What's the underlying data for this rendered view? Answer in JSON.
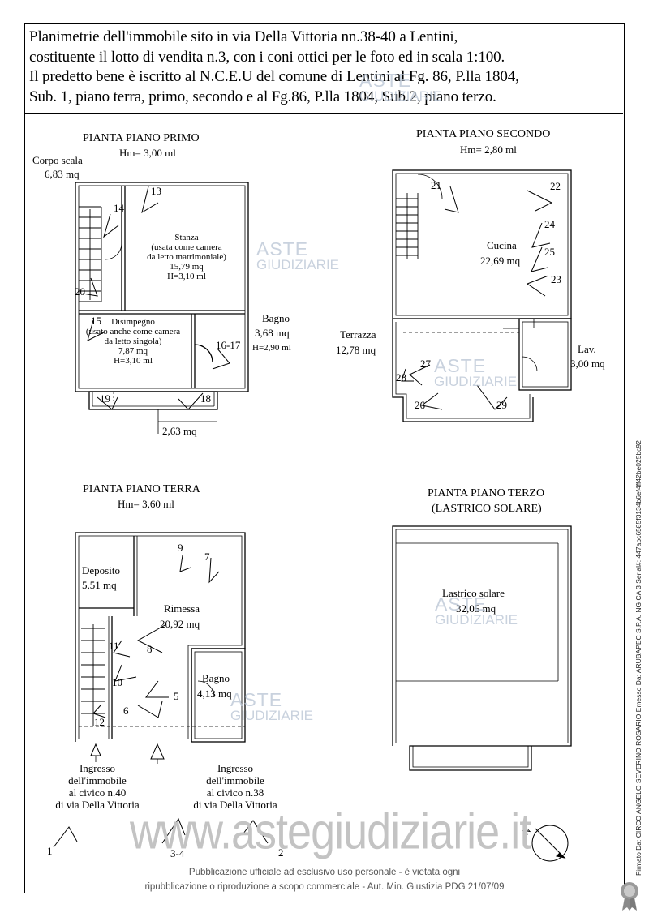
{
  "header": {
    "lines": [
      "Planimetrie dell'immobile sito in via Della Vittoria nn.38-40 a Lentini,",
      "costituente il lotto di vendita n.3, con i coni ottici per le foto ed in scala 1:100.",
      "Il predetto bene è iscritto al N.C.E.U del comune di Lentini al Fg. 86, P.lla 1804,",
      "Sub. 1, piano terra, primo, secondo e al Fg.86, P.lla 1804, Sub.2, piano terzo."
    ]
  },
  "plans": {
    "primo": {
      "title": "PIANTA PIANO PRIMO",
      "height": "Hm= 3,00 ml",
      "corpo_scala": "Corpo scala",
      "corpo_scala_area": "6,83 mq",
      "stanza": [
        "Stanza",
        "(usata come camera",
        "da letto matrimoniale)",
        "15,79 mq",
        "H=3,10 ml"
      ],
      "disimpegno": [
        "Disimpegno",
        "(usato anche come camera",
        "da letto singola)",
        "7,87 mq",
        "H=3,10 ml"
      ],
      "bagno": "Bagno",
      "bagno_area": "3,68 mq",
      "bagno_h": "H=2,90 ml",
      "balcone_area": "2,63 mq"
    },
    "secondo": {
      "title": "PIANTA PIANO SECONDO",
      "height": "Hm= 2,80 ml",
      "cucina": "Cucina",
      "cucina_area": "22,69 mq",
      "terrazza": "Terrazza",
      "terrazza_area": "12,78 mq",
      "lav": "Lav.",
      "lav_area": "3,00 mq"
    },
    "terra": {
      "title": "PIANTA PIANO TERRA",
      "height": "Hm= 3,60 ml",
      "deposito": "Deposito",
      "deposito_area": "5,51 mq",
      "rimessa": "Rimessa",
      "rimessa_area": "20,92 mq",
      "bagno": "Bagno",
      "bagno_area": "4,13 mq",
      "ingresso40": [
        "Ingresso",
        "dell'immobile",
        "al civico n.40",
        "di via Della Vittoria"
      ],
      "ingresso38": [
        "Ingresso",
        "dell'immobile",
        "al civico n.38",
        "di via Della Vittoria"
      ]
    },
    "terzo": {
      "title": "PIANTA PIANO TERZO",
      "subtitle": "(LASTRICO SOLARE)",
      "lastrico": "Lastrico solare",
      "lastrico_area": "32,05 mq"
    }
  },
  "photo_numbers": {
    "p1": "1",
    "p2": "2",
    "p34": "3-4",
    "p5": "5",
    "p6": "6",
    "p7": "7",
    "p8": "8",
    "p9": "9",
    "p10": "10",
    "p11": "11",
    "p12": "12",
    "p13": "13",
    "p14": "14",
    "p15": "15",
    "p1617": "16-17",
    "p18": "18",
    "p19": "19",
    "p20": "20",
    "p21": "21",
    "p22": "22",
    "p23": "23",
    "p24": "24",
    "p25": "25",
    "p26": "26",
    "p27": "27",
    "p28": "28",
    "p29": "29"
  },
  "compass": {
    "label": "N"
  },
  "watermark": {
    "aste": "ASTE",
    "giudiziarie": "GIUDIZIARIE",
    "site": "www.astegiudiziarie.it"
  },
  "footer": {
    "line1": "Pubblicazione ufficiale ad esclusivo uso personale - è vietata ogni",
    "line2": "ripubblicazione o riproduzione a scopo commerciale - Aut. Min. Giustizia PDG 21/07/09"
  },
  "signature": "Firmato Da: CIRCO ANGELO SEVERINO ROSARIO Emesso Da: ARUBAPEC S.P.A. NG CA 3 Serial#: 447abc6585f3134b6ef4ff42be025bc92"
}
